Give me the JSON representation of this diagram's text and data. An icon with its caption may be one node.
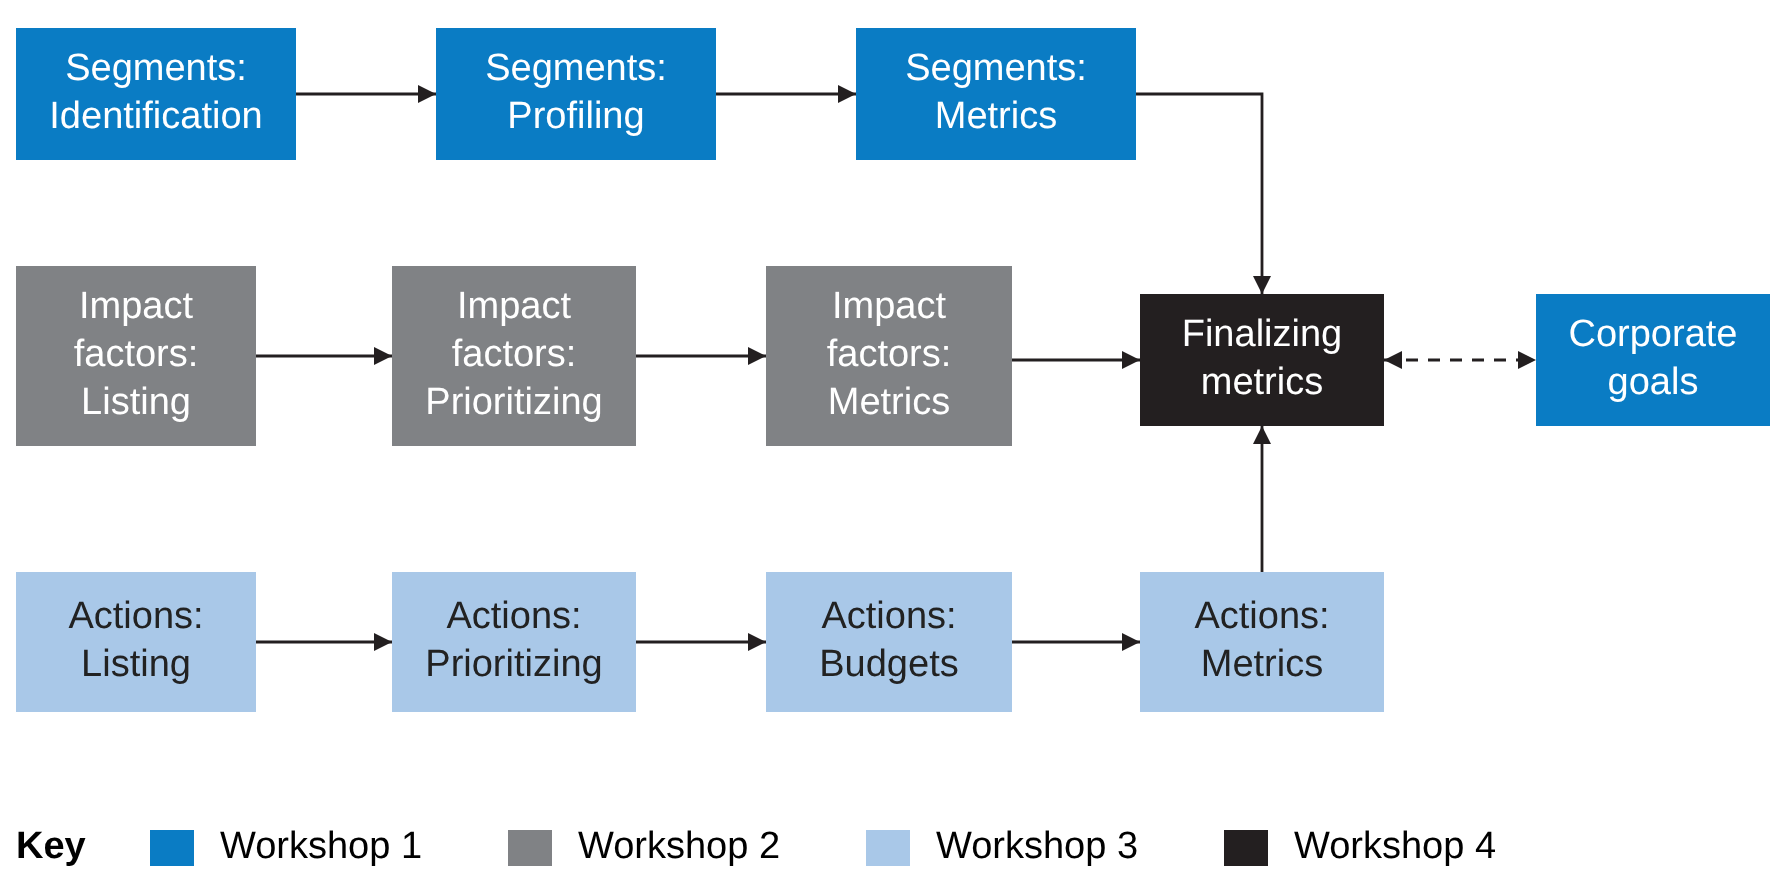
{
  "diagram": {
    "nodes": [
      {
        "text": [
          "Segments: Identification"
        ]
      },
      {
        "text": [
          "Segments: Profiling"
        ]
      },
      {
        "text": [
          "Segments: Metrics"
        ]
      },
      {
        "text": [
          "Impact factors: Listing"
        ]
      },
      {
        "text": [
          "Impact factors: Prioritizing"
        ]
      },
      {
        "text": [
          "Impact factors: Metrics"
        ]
      },
      {
        "text": [
          "Finalizing metrics"
        ]
      },
      {
        "text": [
          "Corporate goals"
        ]
      },
      {
        "text": [
          "Actions: Listing"
        ]
      },
      {
        "text": [
          "Actions: Prioritizing"
        ]
      },
      {
        "text": [
          "Actions: Budgets"
        ]
      },
      {
        "text": [
          "Actions: Metrics"
        ]
      }
    ],
    "edges": [
      {
        "from": 0,
        "to": 1,
        "arrow": "to"
      },
      {
        "from": 1,
        "to": 2,
        "arrow": "to"
      },
      {
        "from": 2,
        "to": 6,
        "arrow": "to"
      },
      {
        "from": 3,
        "to": 4,
        "arrow": "to"
      },
      {
        "from": 4,
        "to": 5,
        "arrow": "to"
      },
      {
        "from": 5,
        "to": 6,
        "arrow": "to"
      },
      {
        "from": 6,
        "to": 7,
        "arrow": "both",
        "style": "dashed"
      },
      {
        "from": 8,
        "to": 9,
        "arrow": "to"
      },
      {
        "from": 9,
        "to": 10,
        "arrow": "to"
      },
      {
        "from": 10,
        "to": 11,
        "arrow": "to"
      },
      {
        "from": 11,
        "to": 6,
        "arrow": "to"
      }
    ],
    "labels": [
      "Key"
    ],
    "legend": [
      {
        "text": "Workshop 1",
        "color": "#0a7cc4"
      },
      {
        "text": "Workshop 2",
        "color": "#808285"
      },
      {
        "text": "Workshop 3",
        "color": "#a9c8e8"
      },
      {
        "text": "Workshop 4",
        "color": "#231f20"
      }
    ]
  }
}
